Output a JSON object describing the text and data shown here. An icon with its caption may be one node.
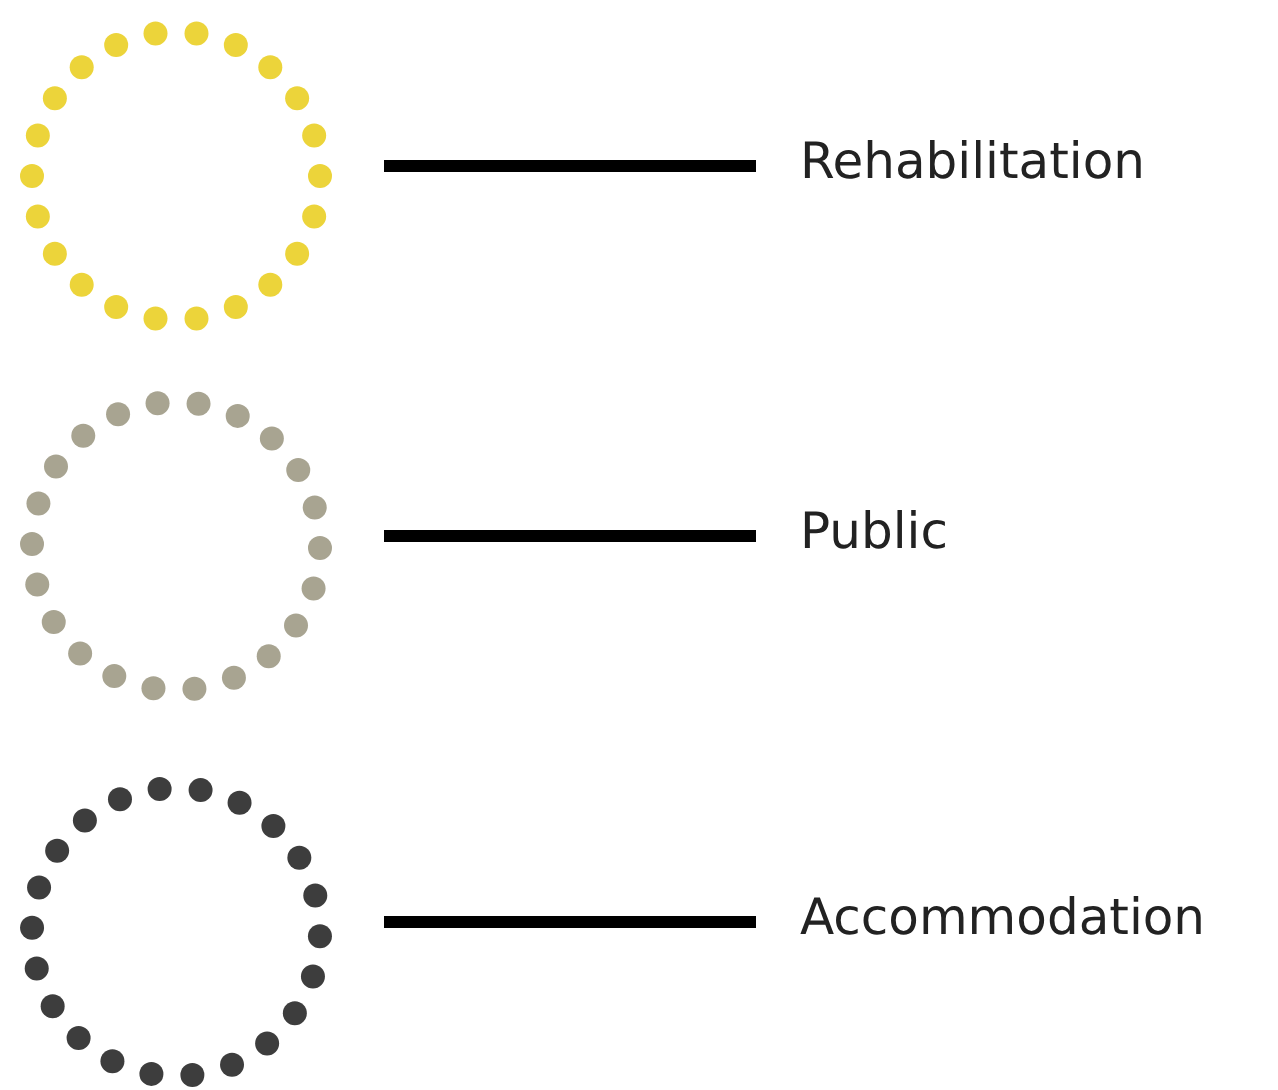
{
  "diagram": {
    "legend": [
      {
        "text": "Rehabilitation"
      },
      {
        "text": "Public"
      },
      {
        "text": "Accommodation"
      }
    ]
  }
}
